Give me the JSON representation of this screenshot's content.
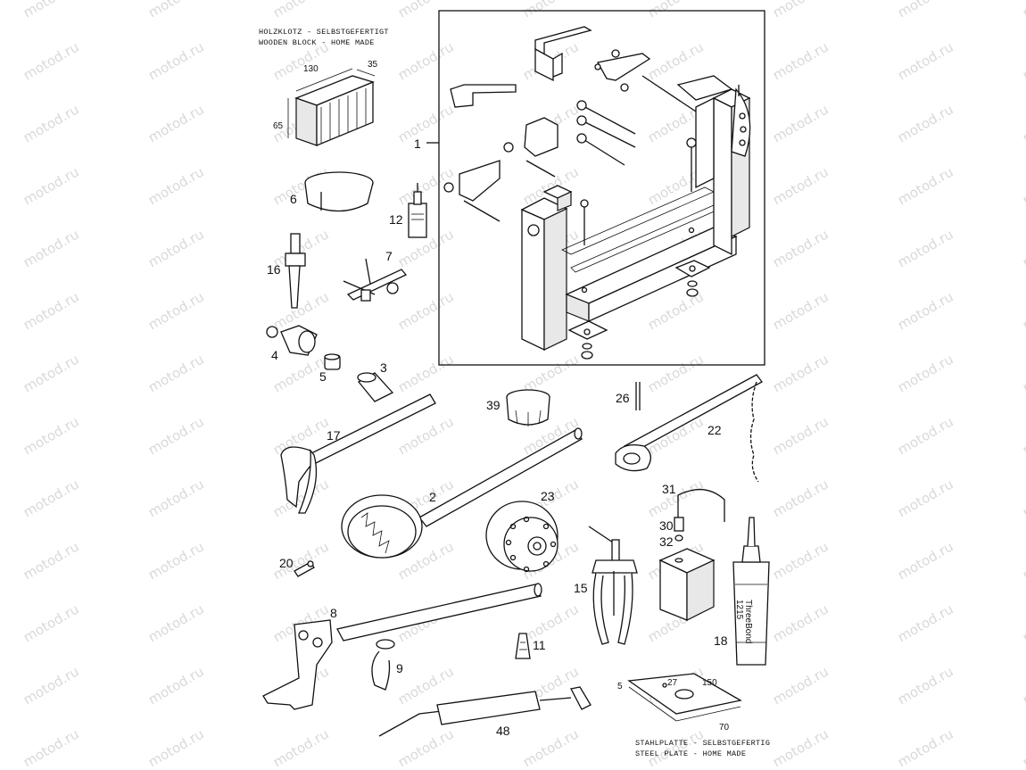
{
  "watermark": "motod.ru",
  "notes": {
    "wooden_block_de": "HOLZKLOTZ - SELBSTGEFERTIGT",
    "wooden_block_en": "WOODEN BLOCK - HOME MADE",
    "steel_plate_de": "STAHLPLATTE - SELBSTGEFERTIG",
    "steel_plate_en": "STEEL PLATE - HOME MADE"
  },
  "dimensions": {
    "block_length": "130",
    "block_width": "35",
    "block_height": "65",
    "plate_length": "150",
    "plate_width": "70",
    "plate_edge": "5",
    "plate_hole": "27"
  },
  "callouts": [
    "1",
    "2",
    "3",
    "4",
    "5",
    "6",
    "7",
    "8",
    "9",
    "11",
    "12",
    "15",
    "16",
    "17",
    "18",
    "20",
    "22",
    "23",
    "26",
    "30",
    "31",
    "32",
    "39",
    "48"
  ],
  "tube_label": {
    "brand": "ThreeBond",
    "code": "1215"
  }
}
